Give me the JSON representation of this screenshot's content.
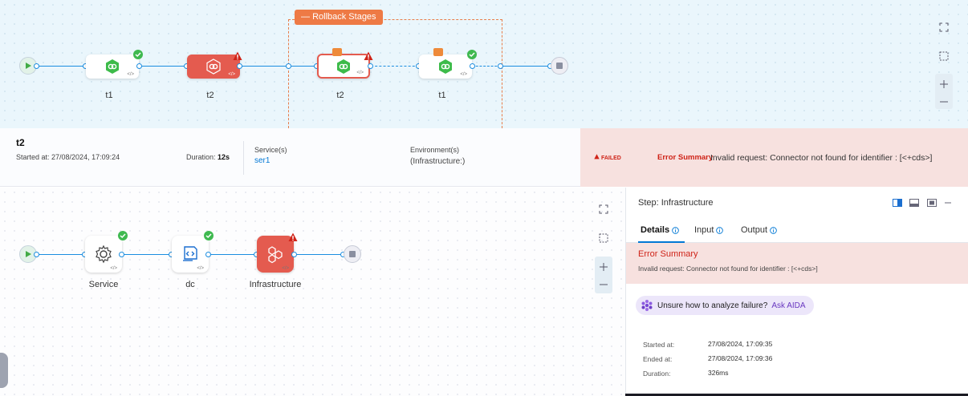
{
  "top_pipeline": {
    "rollback_label": "Rollback Stages",
    "stages": [
      {
        "label": "t1",
        "status": "success"
      },
      {
        "label": "t2",
        "status": "failed"
      },
      {
        "label": "t2",
        "status": "failed",
        "rollback": true
      },
      {
        "label": "t1",
        "status": "success",
        "rollback": true
      }
    ]
  },
  "stage_info": {
    "name": "t2",
    "started_at": "Started at: 27/08/2024, 17:09:24",
    "duration_label": "Duration:",
    "duration_value": "12s",
    "service_header": "Service(s)",
    "service_value": "ser1",
    "environment_header": "Environment(s)",
    "environment_value": "(Infrastructure:)"
  },
  "error_banner": {
    "status": "FAILED",
    "summary_label": "Error Summary",
    "summary_text": "Invalid request: Connector not found for identifier : [<+cds>]"
  },
  "bottom_pipeline": {
    "steps": [
      {
        "label": "Service",
        "status": "success",
        "icon": "gear-icon"
      },
      {
        "label": "dc",
        "status": "success",
        "icon": "code-script-icon"
      },
      {
        "label": "Infrastructure",
        "status": "failed",
        "icon": "infrastructure-icon"
      }
    ]
  },
  "step_panel": {
    "title": "Step: Infrastructure",
    "tabs": [
      "Details",
      "Input",
      "Output"
    ],
    "active_tab": "Details",
    "error_title": "Error Summary",
    "error_text": "Invalid request: Connector not found for identifier : [<+cds>]",
    "aida_prompt": "Unsure how to analyze failure?",
    "aida_link": "Ask AIDA",
    "started_label": "Started at:",
    "started_value": "27/08/2024, 17:09:35",
    "ended_label": "Ended at:",
    "ended_value": "27/08/2024, 17:09:36",
    "duration_label": "Duration:",
    "duration_value": "326ms"
  },
  "colors": {
    "accent": "#0278d5",
    "failed": "#e45b4f",
    "success": "#3fb950",
    "rollback": "#ee7a45"
  }
}
